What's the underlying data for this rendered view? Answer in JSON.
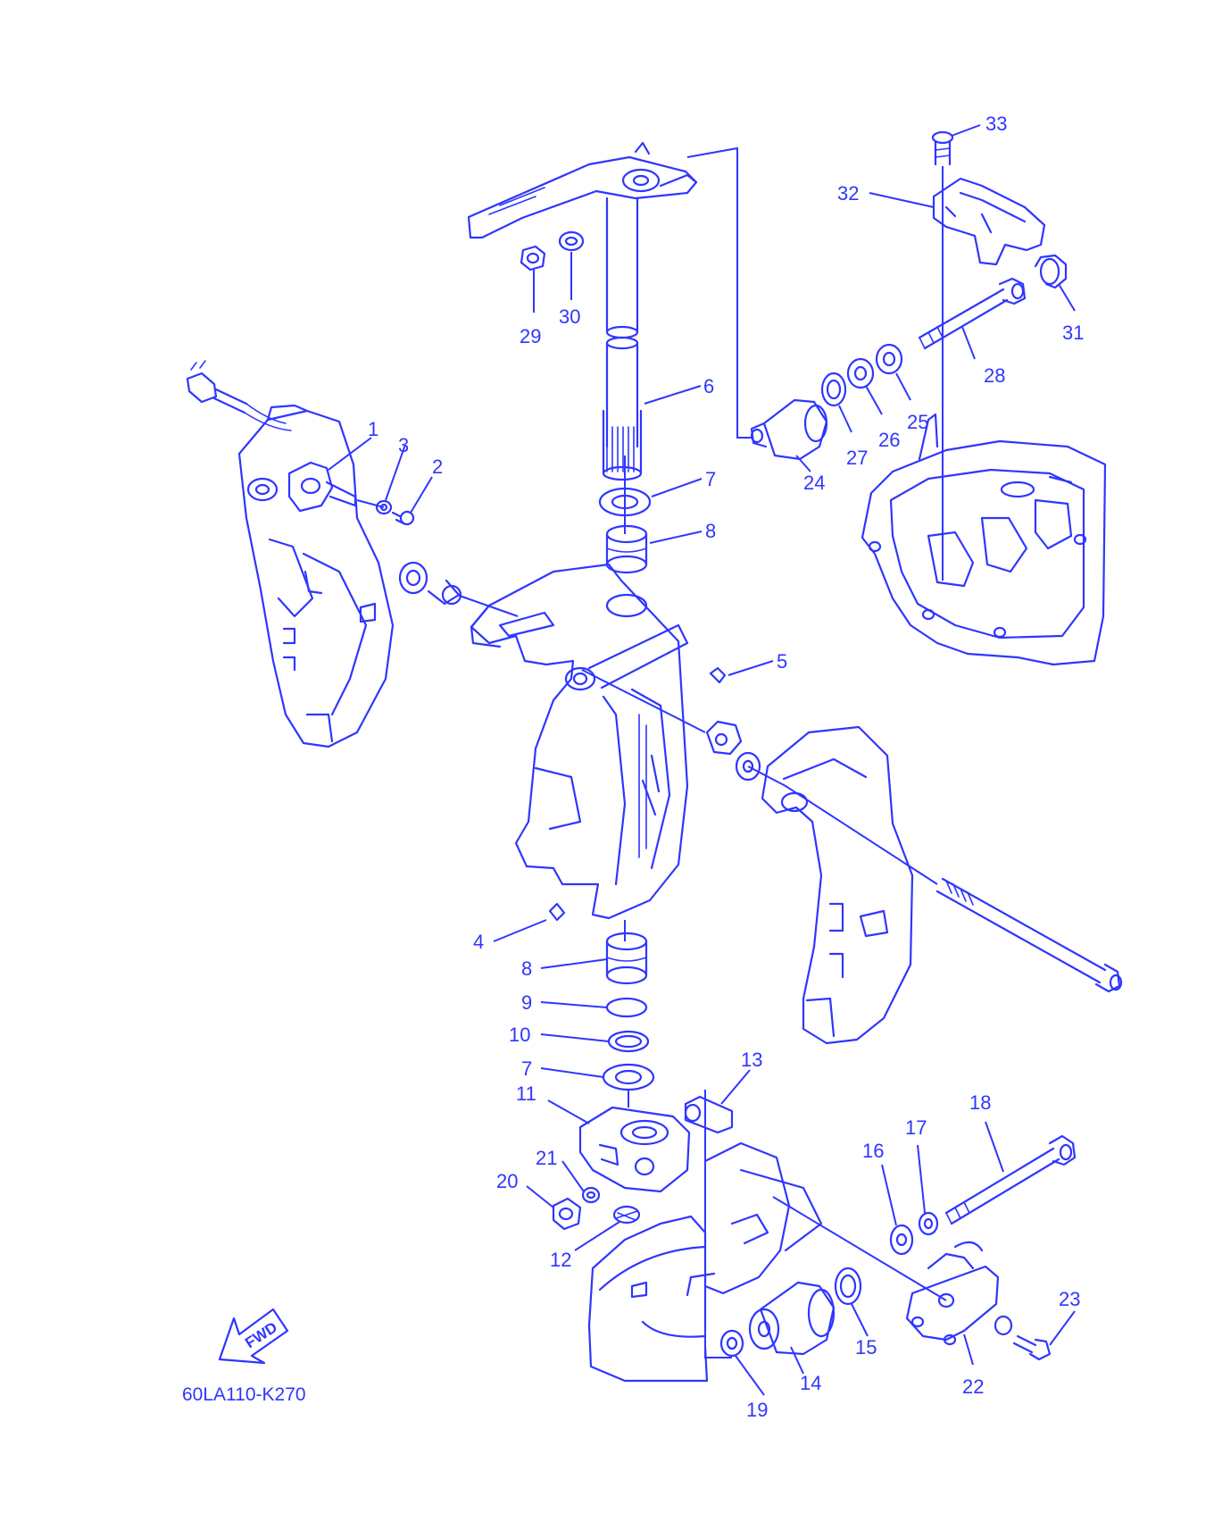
{
  "diagram": {
    "code": "60LA110-K270",
    "fwd_label": "FWD",
    "line_color": "#2f36ff",
    "callouts": [
      {
        "id": "1",
        "text": "1"
      },
      {
        "id": "2",
        "text": "2"
      },
      {
        "id": "3",
        "text": "3"
      },
      {
        "id": "4",
        "text": "4"
      },
      {
        "id": "5",
        "text": "5"
      },
      {
        "id": "6",
        "text": "6"
      },
      {
        "id": "7a",
        "text": "7"
      },
      {
        "id": "7b",
        "text": "7"
      },
      {
        "id": "8a",
        "text": "8"
      },
      {
        "id": "8b",
        "text": "8"
      },
      {
        "id": "9",
        "text": "9"
      },
      {
        "id": "10",
        "text": "10"
      },
      {
        "id": "11",
        "text": "11"
      },
      {
        "id": "12",
        "text": "12"
      },
      {
        "id": "13",
        "text": "13"
      },
      {
        "id": "14",
        "text": "14"
      },
      {
        "id": "15",
        "text": "15"
      },
      {
        "id": "16",
        "text": "16"
      },
      {
        "id": "17",
        "text": "17"
      },
      {
        "id": "18",
        "text": "18"
      },
      {
        "id": "19",
        "text": "19"
      },
      {
        "id": "20",
        "text": "20"
      },
      {
        "id": "21",
        "text": "21"
      },
      {
        "id": "22",
        "text": "22"
      },
      {
        "id": "23",
        "text": "23"
      },
      {
        "id": "24",
        "text": "24"
      },
      {
        "id": "25",
        "text": "25"
      },
      {
        "id": "26",
        "text": "26"
      },
      {
        "id": "27",
        "text": "27"
      },
      {
        "id": "28",
        "text": "28"
      },
      {
        "id": "29",
        "text": "29"
      },
      {
        "id": "30",
        "text": "30"
      },
      {
        "id": "31",
        "text": "31"
      },
      {
        "id": "32",
        "text": "32"
      },
      {
        "id": "33",
        "text": "33"
      }
    ]
  }
}
